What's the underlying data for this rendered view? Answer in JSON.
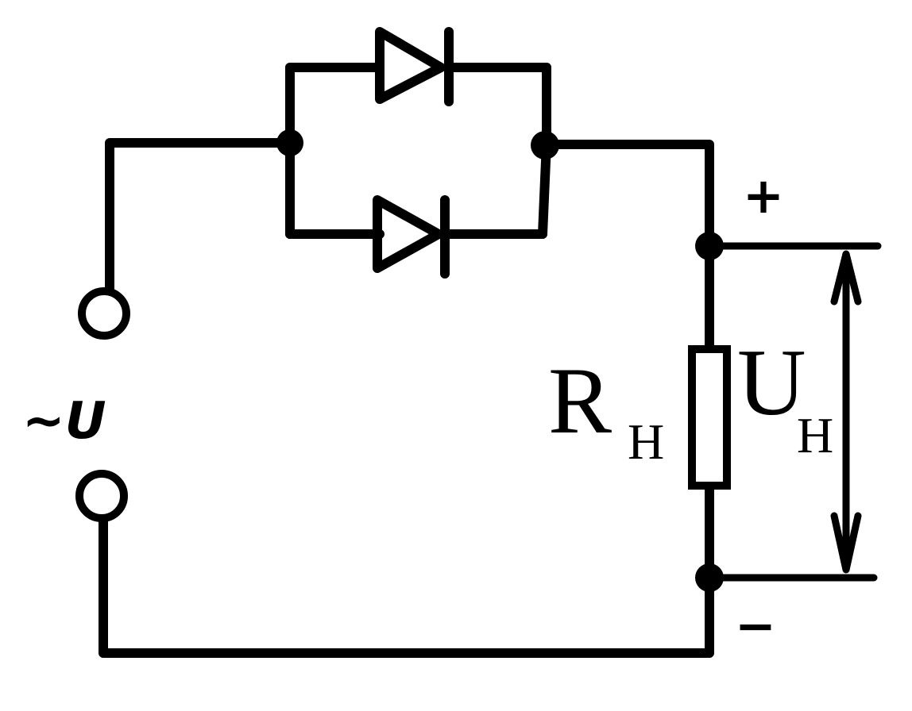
{
  "source": {
    "symbol": "~U"
  },
  "polarity": {
    "plus": "+",
    "minus": "−"
  },
  "load": {
    "resistor_label": "R",
    "resistor_sub": "H",
    "voltage_label": "U",
    "voltage_sub": "H"
  }
}
